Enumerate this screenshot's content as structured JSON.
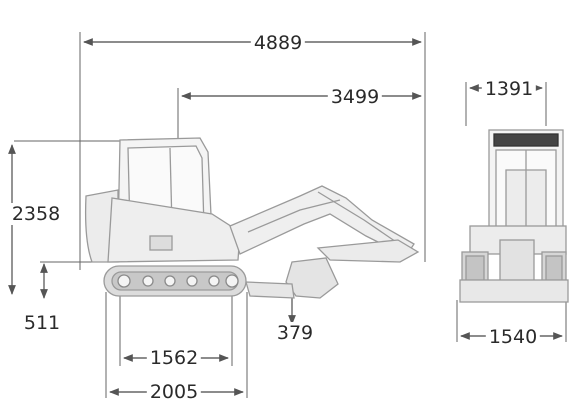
{
  "dimensions": {
    "overall_length": "4889",
    "boom_reach": "3499",
    "cab_width": "1391",
    "overall_height": "2358",
    "ground_clearance": "511",
    "digging_depth": "379",
    "track_length": "1562",
    "undercarriage_length": "2005",
    "track_width": "1540"
  }
}
